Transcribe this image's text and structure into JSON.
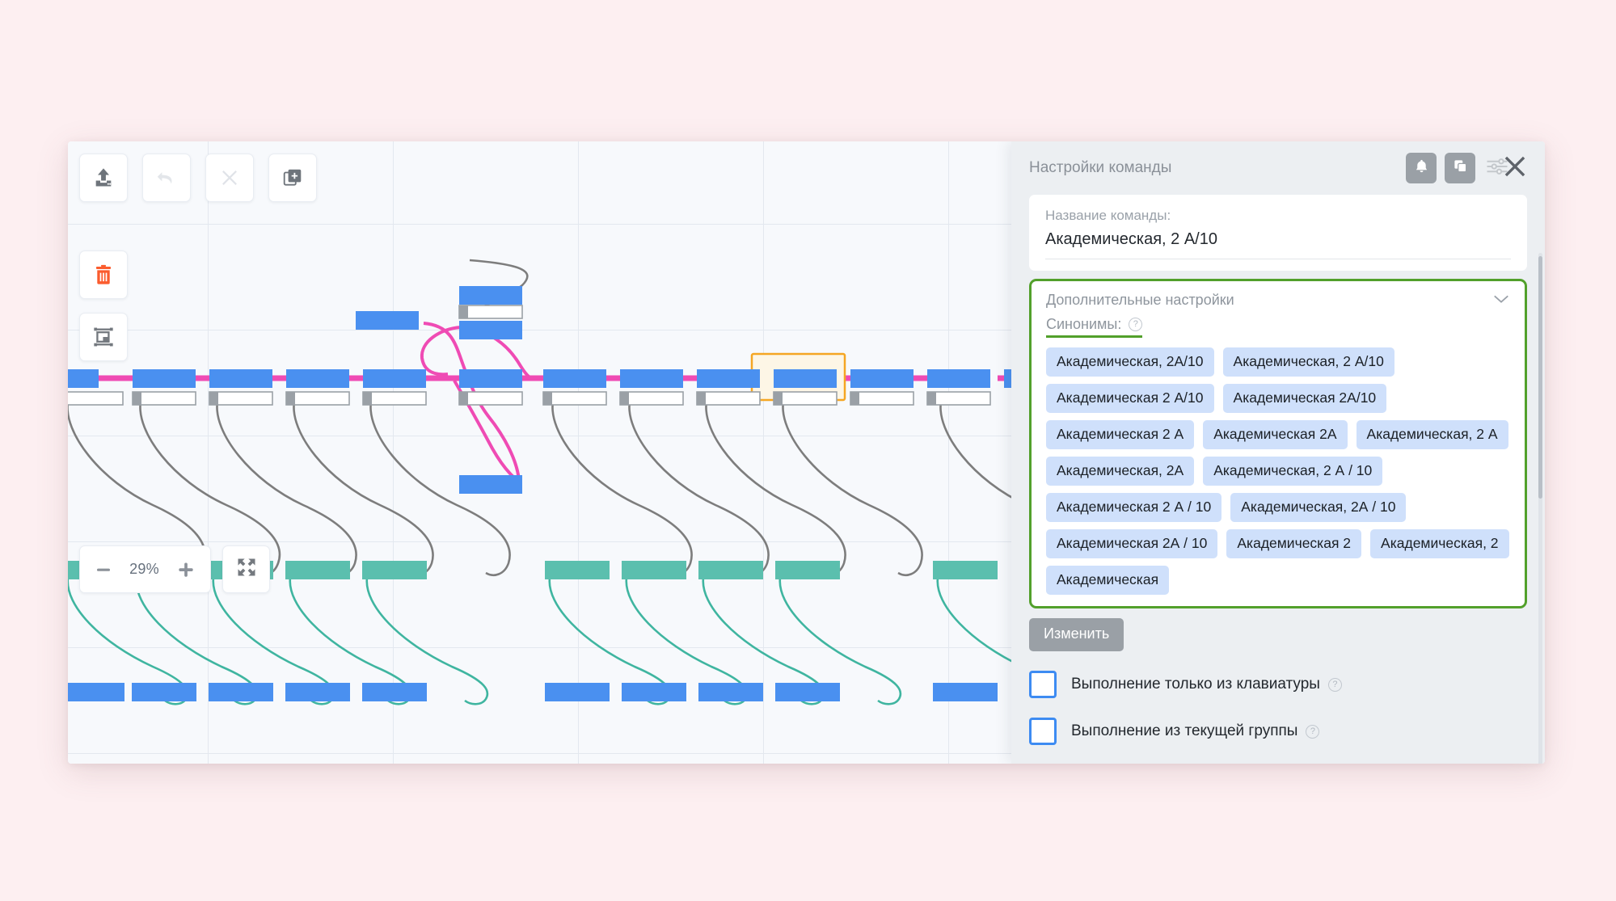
{
  "background_color": "#fdeff1",
  "canvas": {
    "zoom_level": "29%",
    "zoom_out_label": "−",
    "zoom_in_label": "+",
    "tools": [
      {
        "name": "upload-icon",
        "label": "Upload",
        "enabled": true
      },
      {
        "name": "undo-icon",
        "label": "Undo",
        "enabled": false
      },
      {
        "name": "close-icon",
        "label": "Close",
        "enabled": false
      },
      {
        "name": "add-copy-icon",
        "label": "Add copy",
        "enabled": true
      },
      {
        "name": "trash-icon",
        "label": "Delete",
        "enabled": true
      },
      {
        "name": "frame-icon",
        "label": "Frame select",
        "enabled": true
      },
      {
        "name": "fit-screen-icon",
        "label": "Fit to screen",
        "enabled": true
      }
    ],
    "colors": {
      "node_blue": "#4a90f0",
      "node_teal": "#5bbfae",
      "edge_pink": "#ef4bb4",
      "edge_gray": "#7d7d7d",
      "edge_teal": "#3fb5a0",
      "selection_orange": "#f5a623",
      "grid_line": "#e3e8ef"
    }
  },
  "panel": {
    "title": "Настройки команды",
    "header_buttons": [
      {
        "name": "bell-icon",
        "label": "Уведомления"
      },
      {
        "name": "copy-icon",
        "label": "Копировать"
      },
      {
        "name": "sliders-icon",
        "label": "Параметры"
      },
      {
        "name": "close-icon",
        "label": "Закрыть"
      }
    ],
    "command_name": {
      "label": "Название команды:",
      "value": "Академическая, 2 А/10"
    },
    "advanced": {
      "title": "Дополнительные настройки",
      "chevron": "chevron-down-icon",
      "synonyms_label": "Синонимы:",
      "help_glyph": "?",
      "synonyms": [
        "Академическая, 2А/10",
        "Академическая, 2 А/10",
        "Академическая 2 А/10",
        "Академическая 2А/10",
        "Академическая 2 А",
        "Академическая 2А",
        "Академическая, 2 А",
        "Академическая, 2А",
        "Академическая, 2 А / 10",
        "Академическая 2 А / 10",
        "Академическая, 2А / 10",
        "Академическая 2А / 10",
        "Академическая 2",
        "Академическая, 2",
        "Академическая"
      ],
      "highlight_color": "#52a02b"
    },
    "change_button": "Изменить",
    "checkboxes": [
      {
        "label": "Выполнение только из клавиатуры",
        "checked": false,
        "help": "?"
      },
      {
        "label": "Выполнение из текущей группы",
        "checked": false,
        "help": "?"
      }
    ]
  }
}
